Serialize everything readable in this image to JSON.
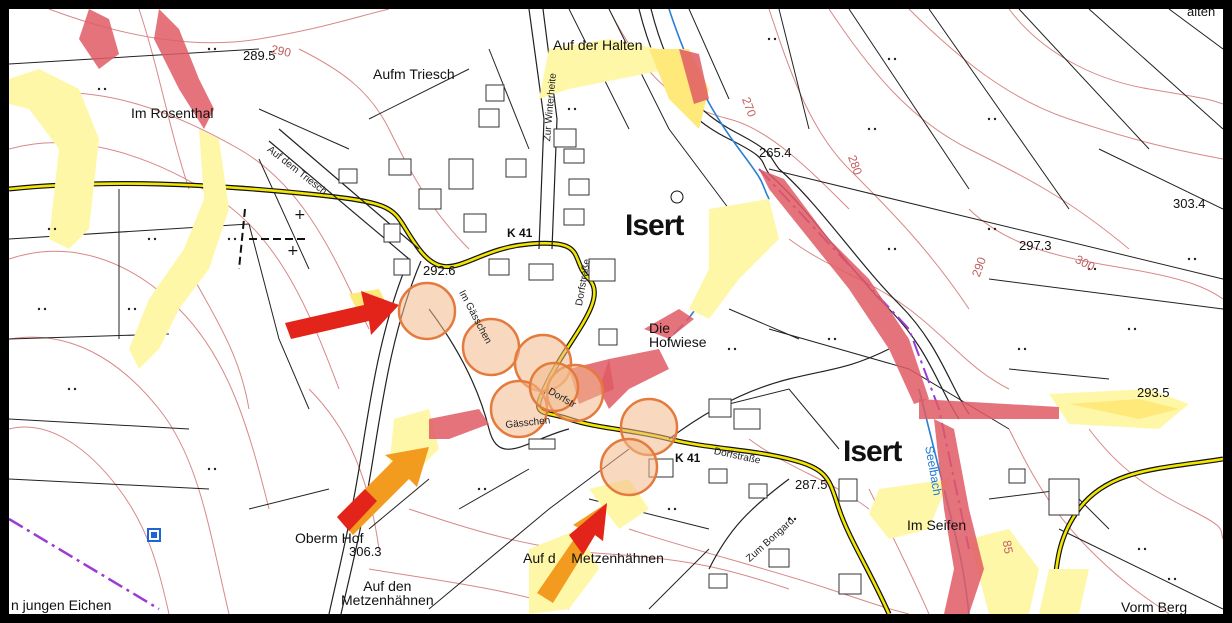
{
  "map": {
    "colors": {
      "background": "#ffffff",
      "frame": "#000000",
      "contour": "#d88888",
      "road_casing": "#111111",
      "road_fill": "#f2e600",
      "flood_high": "#e05a64",
      "flood_medium": "#ffe97a",
      "flood_low": "#fff7a8",
      "circle_fill": "#f3b98c",
      "circle_stroke": "#e47a3c",
      "arrow_red": "#e3241b",
      "arrow_orange": "#f29b1f",
      "stream": "#2a7fd4",
      "boundary": "#9b3bd6",
      "building": "#333333"
    },
    "place_names": {
      "auf_der_halten": "Auf der Halten",
      "aufm_triesch": "Aufm Triesch",
      "im_rosenthal": "Im Rosenthal",
      "isert_north": "Isert",
      "isert_south": "Isert",
      "die_hofwiese": "Die\nHofwiese",
      "oberm_hof": "Oberm Hof",
      "auf_den_metzenhaehnen": "Auf den\nMetzenhähnen",
      "auf_d_metzenhaehnen": "Auf d    Metzenhähnen",
      "im_seifen": "Im Seifen",
      "am_jungen_eichen": "n jungen Eichen",
      "vorm_berg": "Vorm Berg",
      "alten_top": "alten"
    },
    "street_names": {
      "auf_dem_triesch": "Auf dem Triesch",
      "zur_winterheite": "Zur Winterheite",
      "im_gaesschen": "Im Gässchen",
      "gaesschen": "Gässchen",
      "dorfstrasse_north": "Dorfstraße",
      "dorfstrasse_1": "Dorfstr",
      "dorfstrasse_2": "Dorfstraße",
      "zum_bongard": "Zum Bongard",
      "seelbach": "Seelbach"
    },
    "road_refs": {
      "k41_north": "K 41",
      "k41_south": "K 41"
    },
    "elevations": {
      "e289_5": "289.5",
      "e265_4": "265.4",
      "e303_4": "303.4",
      "e297_3": "297.3",
      "e292_6": "292.6",
      "e293_5": "293.5",
      "e287_5": "287.5",
      "e306_3": "306.3"
    },
    "contour_labels": {
      "c290": "290",
      "c270": "270",
      "c280": "280",
      "c300": "300",
      "c290b": "290",
      "c285": "85"
    },
    "markers": {
      "impact_circles": 8,
      "flow_arrows": 3
    }
  }
}
